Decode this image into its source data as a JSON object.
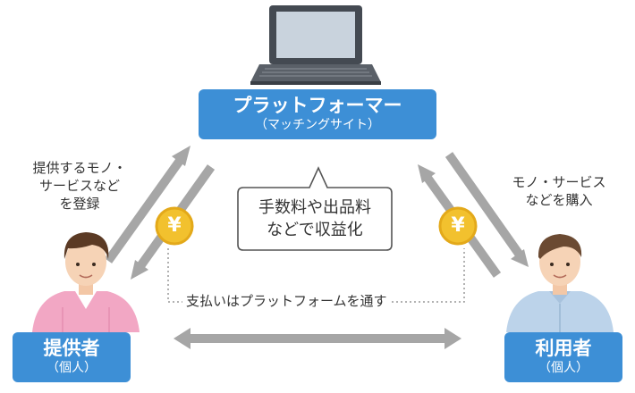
{
  "platform": {
    "title": "プラットフォーマー",
    "subtitle": "（マッチングサイト）"
  },
  "provider": {
    "title": "提供者",
    "subtitle": "（個人）",
    "note_lines": [
      "提供するモノ・",
      "サービスなど",
      "を登録"
    ]
  },
  "user": {
    "title": "利用者",
    "subtitle": "（個人）",
    "note_lines": [
      "モノ・サービス",
      "などを購入"
    ]
  },
  "fee_bubble": {
    "lines": [
      "手数料や出品料",
      "などで収益化"
    ]
  },
  "payment": {
    "label": "支払いはプラットフォームを通す"
  },
  "yen": {
    "symbol": "¥"
  },
  "colors": {
    "box_blue": "#3d8fd6",
    "arrow_gray": "#a6a6a6",
    "coin_yellow": "#f2c12e",
    "coin_ring": "#e3a91a",
    "provider_shirt": "#f2a7c4",
    "user_shirt": "#bcd3ea"
  }
}
